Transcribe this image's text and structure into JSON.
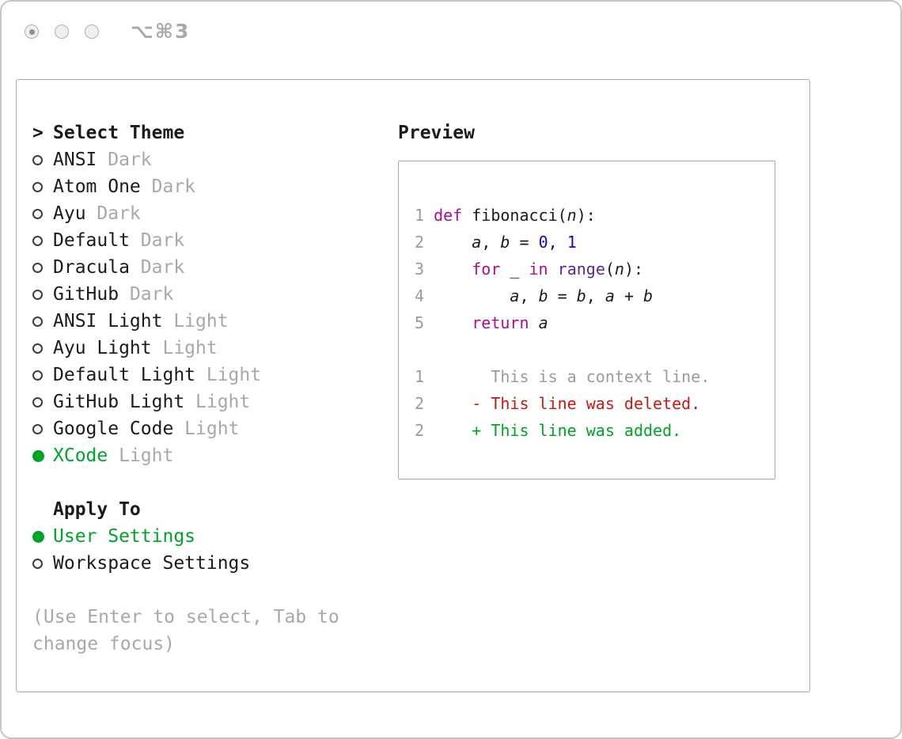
{
  "window": {
    "shortcut": "⌥⌘3"
  },
  "theme_selector": {
    "prompt": ">",
    "title": "Select Theme",
    "items": [
      {
        "name": "ANSI",
        "variant": "Dark",
        "selected": false
      },
      {
        "name": "Atom One",
        "variant": "Dark",
        "selected": false
      },
      {
        "name": "Ayu",
        "variant": "Dark",
        "selected": false
      },
      {
        "name": "Default",
        "variant": "Dark",
        "selected": false
      },
      {
        "name": "Dracula",
        "variant": "Dark",
        "selected": false
      },
      {
        "name": "GitHub",
        "variant": "Dark",
        "selected": false
      },
      {
        "name": "ANSI Light",
        "variant": "Light",
        "selected": false
      },
      {
        "name": "Ayu Light",
        "variant": "Light",
        "selected": false
      },
      {
        "name": "Default Light",
        "variant": "Light",
        "selected": false
      },
      {
        "name": "GitHub Light",
        "variant": "Light",
        "selected": false
      },
      {
        "name": "Google Code",
        "variant": "Light",
        "selected": false
      },
      {
        "name": "XCode",
        "variant": "Light",
        "selected": true
      }
    ]
  },
  "apply_to": {
    "title": "Apply To",
    "options": [
      {
        "label": "User Settings",
        "selected": true
      },
      {
        "label": "Workspace Settings",
        "selected": false
      }
    ]
  },
  "hint": {
    "lines": [
      "(Use Enter to select, Tab to",
      "change focus)"
    ]
  },
  "preview": {
    "title": "Preview",
    "code_lines": [
      {
        "num": "1",
        "tokens": [
          [
            "kw",
            "def"
          ],
          [
            "pl",
            " fibonacci("
          ],
          [
            "var",
            "n"
          ],
          [
            "pl",
            "):"
          ]
        ]
      },
      {
        "num": "2",
        "tokens": [
          [
            "pl",
            "    "
          ],
          [
            "var",
            "a"
          ],
          [
            "pl",
            ", "
          ],
          [
            "var",
            "b"
          ],
          [
            "pl",
            " = "
          ],
          [
            "nm",
            "0"
          ],
          [
            "pl",
            ", "
          ],
          [
            "nm",
            "1"
          ]
        ]
      },
      {
        "num": "3",
        "tokens": [
          [
            "pl",
            "    "
          ],
          [
            "kw",
            "for"
          ],
          [
            "pl",
            " _ "
          ],
          [
            "kw",
            "in"
          ],
          [
            "pl",
            " "
          ],
          [
            "bi",
            "range"
          ],
          [
            "pl",
            "("
          ],
          [
            "var",
            "n"
          ],
          [
            "pl",
            "):"
          ]
        ]
      },
      {
        "num": "4",
        "tokens": [
          [
            "pl",
            "        "
          ],
          [
            "var",
            "a"
          ],
          [
            "pl",
            ", "
          ],
          [
            "var",
            "b"
          ],
          [
            "pl",
            " = "
          ],
          [
            "var",
            "b"
          ],
          [
            "pl",
            ", "
          ],
          [
            "var",
            "a"
          ],
          [
            "pl",
            " + "
          ],
          [
            "var",
            "b"
          ]
        ]
      },
      {
        "num": "5",
        "tokens": [
          [
            "pl",
            "    "
          ],
          [
            "kw",
            "return"
          ],
          [
            "pl",
            " "
          ],
          [
            "var",
            "a"
          ]
        ]
      }
    ],
    "diff_lines": [
      {
        "num": "1",
        "type": "context",
        "text": "      This is a context line."
      },
      {
        "num": "2",
        "type": "deleted",
        "text": "    - This line was deleted."
      },
      {
        "num": "2",
        "type": "added",
        "text": "    + This line was added."
      }
    ]
  },
  "colors": {
    "green": "#00a32a",
    "keyword": "#a90d91",
    "number": "#1c01ce",
    "builtin": "#5b269a",
    "red": "#c41a16",
    "gray": "#9b9b9b",
    "muted": "#a8a8a8",
    "text": "#1b1b1b"
  }
}
